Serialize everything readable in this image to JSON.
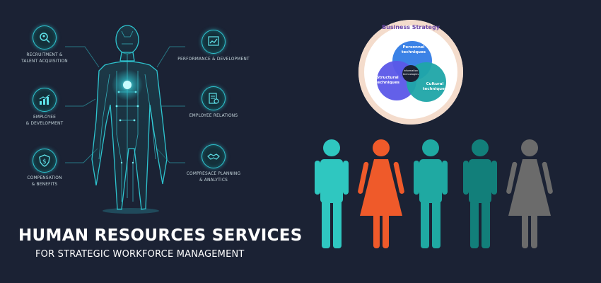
{
  "hr_infographic": {
    "title": "HUMAN RESOURCES SERVICES",
    "subtitle": "FOR STRATEGIC WORKFORCE MANAGEMENT",
    "services": {
      "recruitment": "RECRUITMENT &\nTALENT ACQUISITION",
      "employee_dev": "EMPLOYEE\n& DEVELOPMENT",
      "compensation": "COMPENSATION\n& BENEFITS",
      "performance": "PERFORMANCE & DEVELOPMENT",
      "relations": "EMPLOYEE RELATIONS",
      "planning": "COMPRESACE PLANNING\n& ANALYTICS"
    },
    "accent_color": "#2ec4cf"
  },
  "strategy_diagram": {
    "title": "Business Strategy",
    "circles": {
      "personnel": "Personnel techniques",
      "structural": "Structural techniques",
      "cultural": "Cultural techniques",
      "center": "Information technologies"
    },
    "colors": {
      "ring": "#f4dccc",
      "personnel": "#3b82e6",
      "structural": "#5b57e8",
      "cultural": "#1fa5a8"
    }
  },
  "people_group": {
    "figures": [
      {
        "kind": "man",
        "color": "#2fc7c0"
      },
      {
        "kind": "woman",
        "color": "#ef5a2a"
      },
      {
        "kind": "man",
        "color": "#1fa9a2"
      },
      {
        "kind": "man",
        "color": "#127f7a"
      },
      {
        "kind": "woman",
        "color": "#6b6b6b"
      }
    ]
  }
}
